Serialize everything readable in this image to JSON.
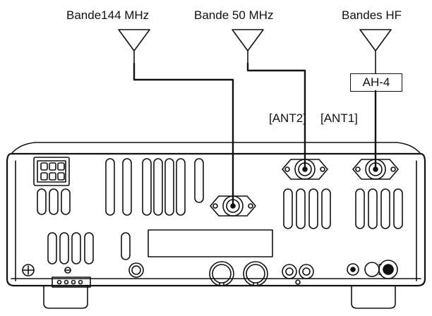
{
  "antennas": [
    {
      "label": "Bande144 MHz",
      "band_mhz": 144
    },
    {
      "label": "Bande 50 MHz",
      "band_mhz": 50
    },
    {
      "label": "Bandes HF",
      "band": "HF"
    }
  ],
  "tuner": {
    "label": "AH-4"
  },
  "ports": {
    "ant1": "[ANT1]",
    "ant2": "[ANT2]"
  },
  "colors": {
    "line": "#111111",
    "background": "#ffffff"
  }
}
